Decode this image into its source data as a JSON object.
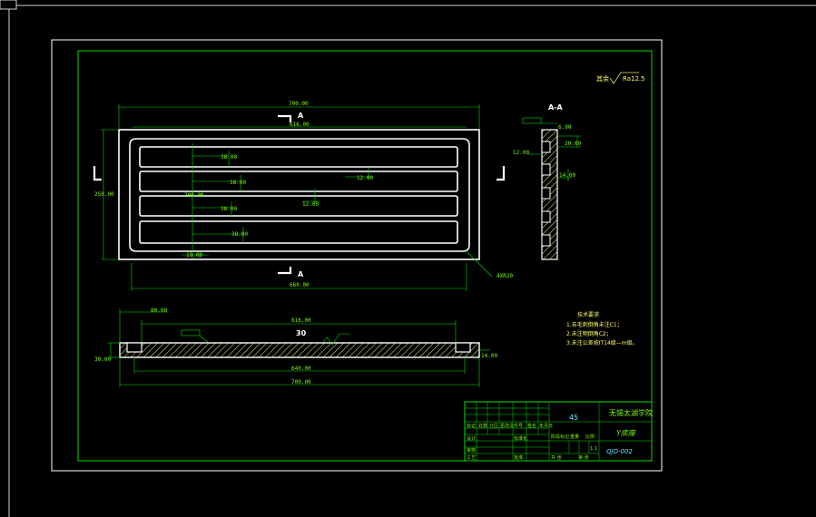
{
  "drawing": {
    "roughness_note": "其余",
    "roughness_value": "Ra12.5",
    "section_label": "A-A",
    "view_mark": "A",
    "section_mark": "30"
  },
  "top_view": {
    "overall_width": "700.00",
    "inner_width": "616.00",
    "height": "250.00",
    "slot_pitch_1": "38.00",
    "slot_pitch_2": "38.00",
    "slot_pitch_3": "38.00",
    "slot_pitch_4": "38.00",
    "slot_span": "200.00",
    "slot_width_1": "12.00",
    "slot_width_2": "12.00",
    "edge_offset": "19.00",
    "bottom_width": "660.00",
    "hole_callout": "4XR20"
  },
  "front_view": {
    "offset": "80.00",
    "top_width": "616.00",
    "height": "30.00",
    "right_height": "14.00",
    "inner_width": "640.00",
    "overall_width": "700.00"
  },
  "side_view": {
    "dim_top": "6.00",
    "dim_left": "12.00",
    "dim_right_1": "20.00",
    "dim_right_2": "14.00"
  },
  "tech_requirements": {
    "title": "技术要求",
    "items": [
      "1.去毛刺倒角未注C1；",
      "2.未注明倒角C2；",
      "3.未注公差按IT14级—m级。"
    ]
  },
  "title_block": {
    "material": "45",
    "school": "无锡太湖学院",
    "part_name": "Y底座",
    "drawing_no": "QJD-002",
    "rows": [
      "标记",
      "处数",
      "分区",
      "更改文件号",
      "签名",
      "年月日"
    ],
    "left_labels": [
      "设计",
      "审核",
      "工艺"
    ],
    "mid_labels": [
      "标准化",
      "批准"
    ],
    "stage_label": "阶段标记",
    "weight_label": "重量",
    "scale_label": "比例",
    "scale_value": "1:1",
    "sheet_label": "共 张",
    "sheet_label_2": "第 张"
  },
  "colors": {
    "background": "#000000",
    "frame": "#FFFFFF",
    "border": "#00E000",
    "part": "#FFFFFF",
    "dims": "#7CFC00",
    "hatch": "#E8E870"
  }
}
